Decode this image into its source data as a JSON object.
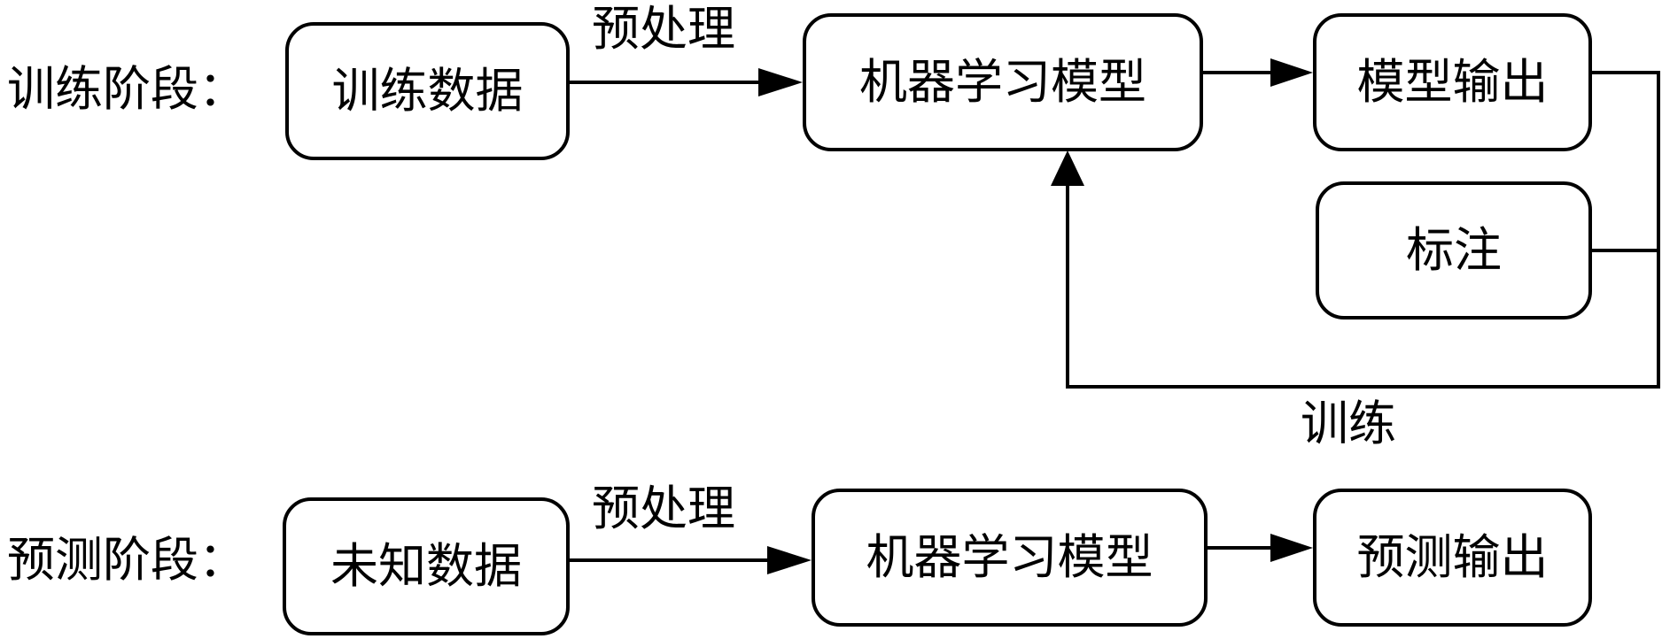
{
  "training_stage": {
    "label": "训练阶段：",
    "input_box": "训练数据",
    "preprocess_label": "预处理",
    "model_box": "机器学习模型",
    "output_box": "模型输出",
    "annotation_box": "标注",
    "train_label": "训练"
  },
  "prediction_stage": {
    "label": "预测阶段：",
    "input_box": "未知数据",
    "preprocess_label": "预处理",
    "model_box": "机器学习模型",
    "output_box": "预测输出"
  },
  "colors": {
    "stroke": "#000000",
    "background": "#ffffff"
  }
}
